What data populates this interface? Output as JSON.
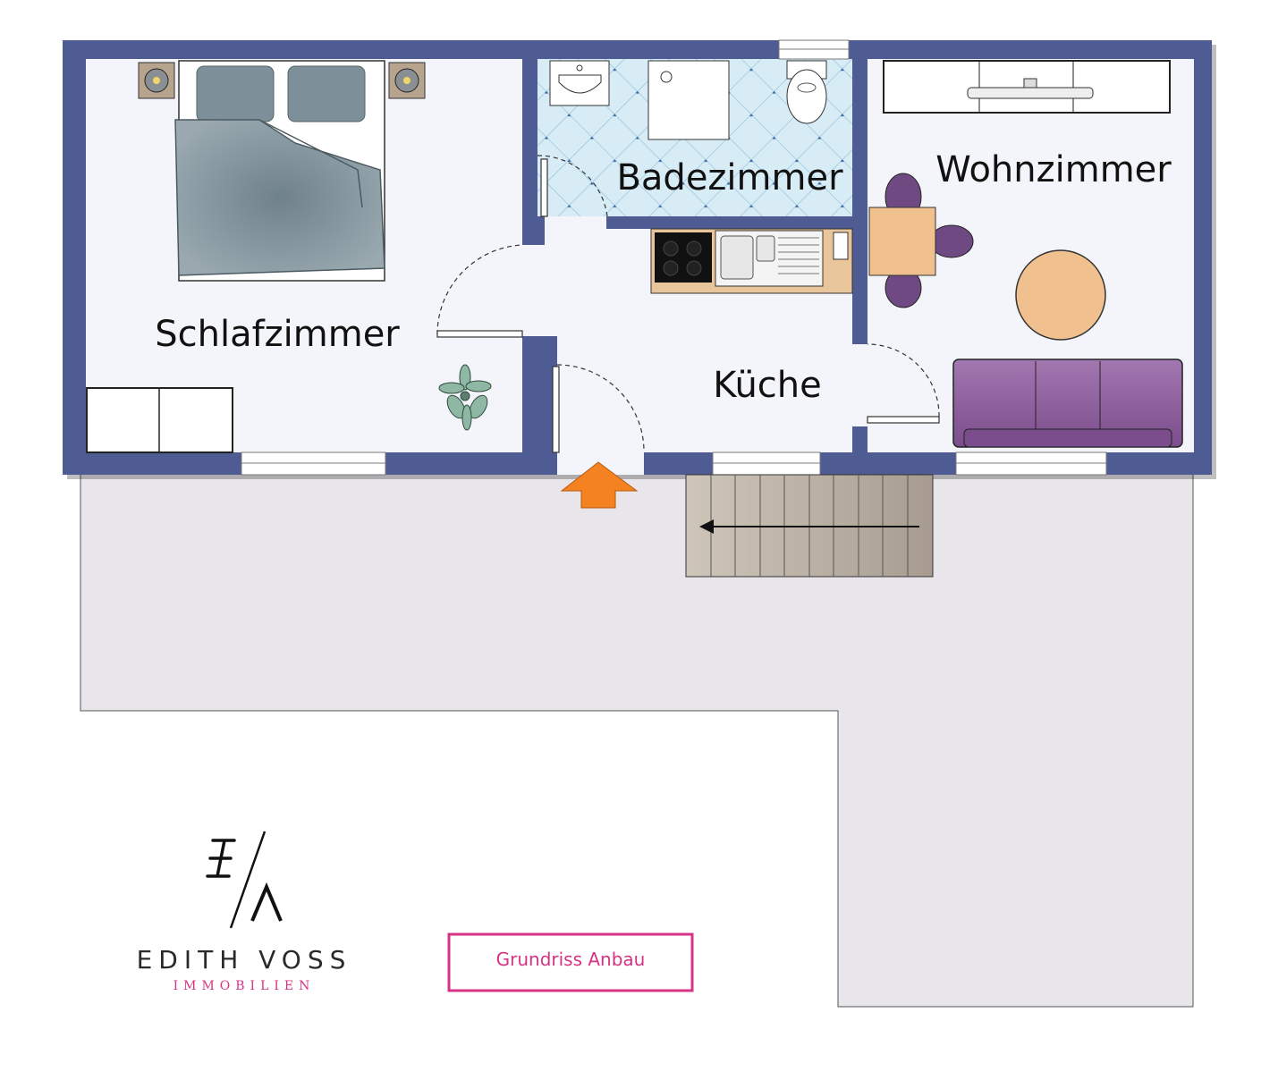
{
  "rooms": {
    "schlafzimmer": "Schlafzimmer",
    "badezimmer": "Badezimmer",
    "wohnzimmer": "Wohnzimmer",
    "kueche": "Küche"
  },
  "brand": {
    "name": "EDITH VOSS",
    "subtitle": "IMMOBILIEN",
    "accent_color": "#d63384"
  },
  "caption": "Grundriss Anbau",
  "colors": {
    "wall": "#4f5b93",
    "floor": "#f3f5fb",
    "terrace": "#e8e6ea",
    "entrance_arrow": "#f58220",
    "bathroom_tile": "#cfe6f2",
    "sofa": "#8c5a9a",
    "chair": "#6f4a82",
    "table": "#f0c08e",
    "bedding": "#7d8f98",
    "stairs": "#c8bfb3"
  }
}
